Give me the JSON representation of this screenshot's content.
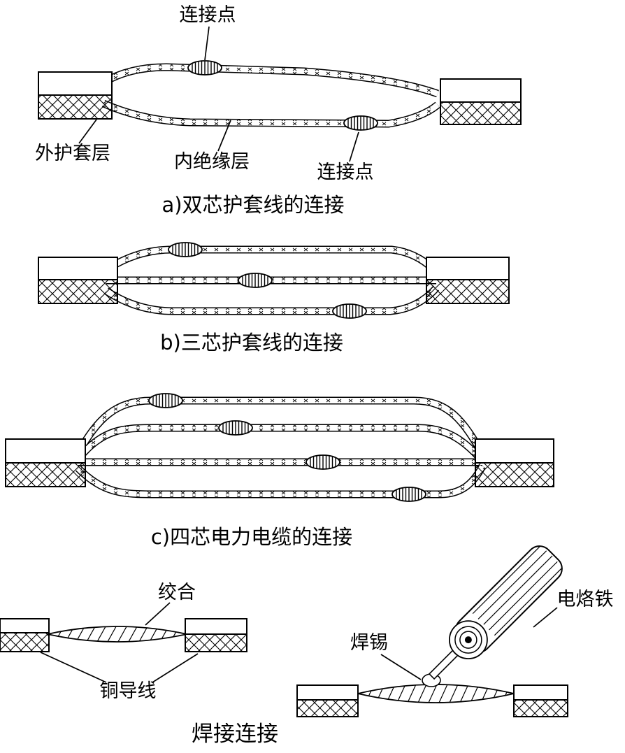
{
  "colors": {
    "ink": "#000000",
    "background": "#ffffff"
  },
  "diagram_a": {
    "caption": "a)双芯护套线的连接",
    "labels": {
      "connection_point_top": "连接点",
      "outer_sheath_layer": "外护套层",
      "inner_insulation_layer": "内绝缘层",
      "connection_point_bottom": "连接点"
    }
  },
  "diagram_b": {
    "caption": "b)三芯护套线的连接"
  },
  "diagram_c": {
    "caption": "c)四芯电力电缆的连接"
  },
  "solder_section": {
    "caption": "焊接连接",
    "labels": {
      "twist": "绞合",
      "copper_wires": "铜导线",
      "solder": "焊锡",
      "soldering_iron": "电烙铁"
    }
  }
}
